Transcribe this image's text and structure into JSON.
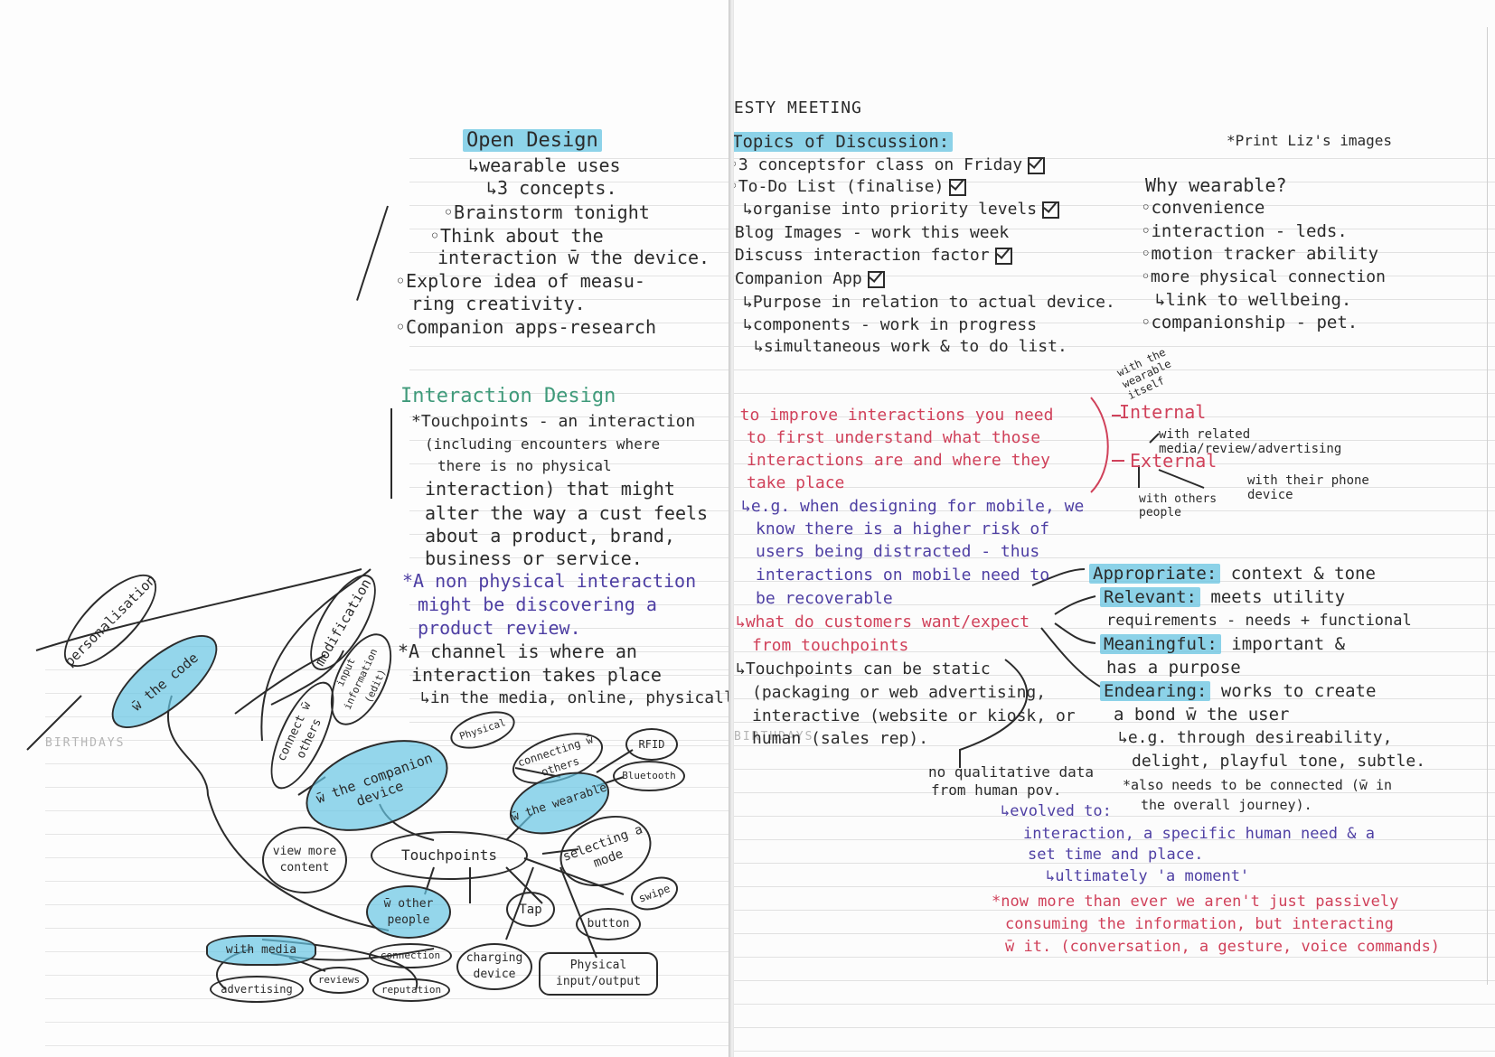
{
  "left_page": {
    "open_design": {
      "title": "Open Design",
      "lines": [
        "↳wearable uses",
        "↳3 concepts.",
        "◦Brainstorm tonight",
        "◦Think about the",
        "interaction w̄ the device.",
        "◦Explore idea of measu-",
        "ring creativity.",
        "◦Companion apps-research"
      ]
    },
    "interaction_design": {
      "title": "Interaction Design",
      "lines": [
        "*Touchpoints - an interaction",
        "(including encounters where",
        "there is no physical",
        "interaction) that might",
        "alter the way a cust feels",
        "about a product, brand,",
        "business or service."
      ],
      "purple_lines": [
        "*A non physical interaction",
        "might be discovering a",
        "product review."
      ],
      "channel_lines": [
        "*A channel is where an",
        "interaction takes place",
        "↳in the media, online, physically"
      ]
    },
    "watermark": "BIRTHDAYS",
    "mindmap": {
      "nodes": [
        "personalisation",
        "w̄ the code",
        "modification",
        "connect w̄ others",
        "input information (edit)",
        "w̄ the companion device",
        "view more content",
        "Touchpoints",
        "Physical",
        "connecting w̄ others",
        "RFID",
        "Bluetooth",
        "w̄ the wearable",
        "selecting a mode",
        "swipe",
        "Tap",
        "button",
        "w̄ other people",
        "with media",
        "advertising",
        "reviews",
        "reputation",
        "connection",
        "charging device",
        "Physical input/output"
      ]
    }
  },
  "right_page": {
    "heading": "ZESTY MEETING",
    "print_note": "*Print Liz's images",
    "topics_title": "Topics of Discussion:",
    "topics": [
      "◦3 conceptsfor class on Friday",
      "◦To-Do List (finalise)",
      "↳organise into priority levels",
      "◦Blog Images - work this week",
      "◦Discuss interaction factor",
      "◦Companion App",
      "↳Purpose in relation to actual device.",
      "↳components - work in progress",
      "↳simultaneous work & to do list."
    ],
    "why_wearable": {
      "title": "Why wearable?",
      "items": [
        "◦convenience",
        "◦interaction - leds.",
        "◦motion tracker ability",
        "◦more physical connection",
        "↳link to wellbeing.",
        "◦companionship - pet."
      ]
    },
    "improve_note": [
      "* to improve interactions you need",
      "to first understand what those",
      "interactions are and where they",
      "take place"
    ],
    "internal_label": "Internal",
    "internal_note": "with the wearable itself",
    "external_label": "External",
    "external_notes": [
      "with related media/review/advertising",
      "with their phone device",
      "with others people"
    ],
    "mobile_example": [
      "↳e.g. when designing for mobile, we",
      "know there is a higher risk of",
      "users being distracted - thus",
      "interactions on mobile need to",
      "be recoverable"
    ],
    "customers_want": [
      "↳what do customers want/expect",
      "from touchpoints"
    ],
    "static_lines": [
      "↳Touchpoints can be static",
      "(packaging or web advertising,",
      "interactive (website or kiosk, or",
      "human (sales rep)."
    ],
    "qualities": [
      {
        "label": "Appropriate:",
        "text": "context & tone"
      },
      {
        "label": "Relevant:",
        "text": "meets utility"
      },
      {
        "label": "",
        "text": "requirements - needs + functional"
      },
      {
        "label": "Meaningful:",
        "text": "important &"
      },
      {
        "label": "",
        "text": "has a purpose"
      },
      {
        "label": "Endearing:",
        "text": "works to create"
      },
      {
        "label": "",
        "text": "a bond w̄ the user"
      },
      {
        "label": "",
        "text": "↳e.g. through desireability,"
      },
      {
        "label": "",
        "text": "delight, playful tone, subtle."
      },
      {
        "label": "",
        "text": "*also needs to be connected (w̄ in"
      },
      {
        "label": "",
        "text": "the overall journey)."
      }
    ],
    "qualitative_note": [
      "no qualitative data",
      "from human pov."
    ],
    "evolved_lines": [
      "↳evolved to:",
      "interaction, a specific human need & a",
      "set time and place.",
      "↳ultimately 'a moment'"
    ],
    "final_note": [
      "*now more than ever we aren't just passively",
      "consuming the information, but interacting",
      "w̄ it. (conversation, a gesture, voice commands)"
    ],
    "watermark": "BIRTHDAYS"
  }
}
